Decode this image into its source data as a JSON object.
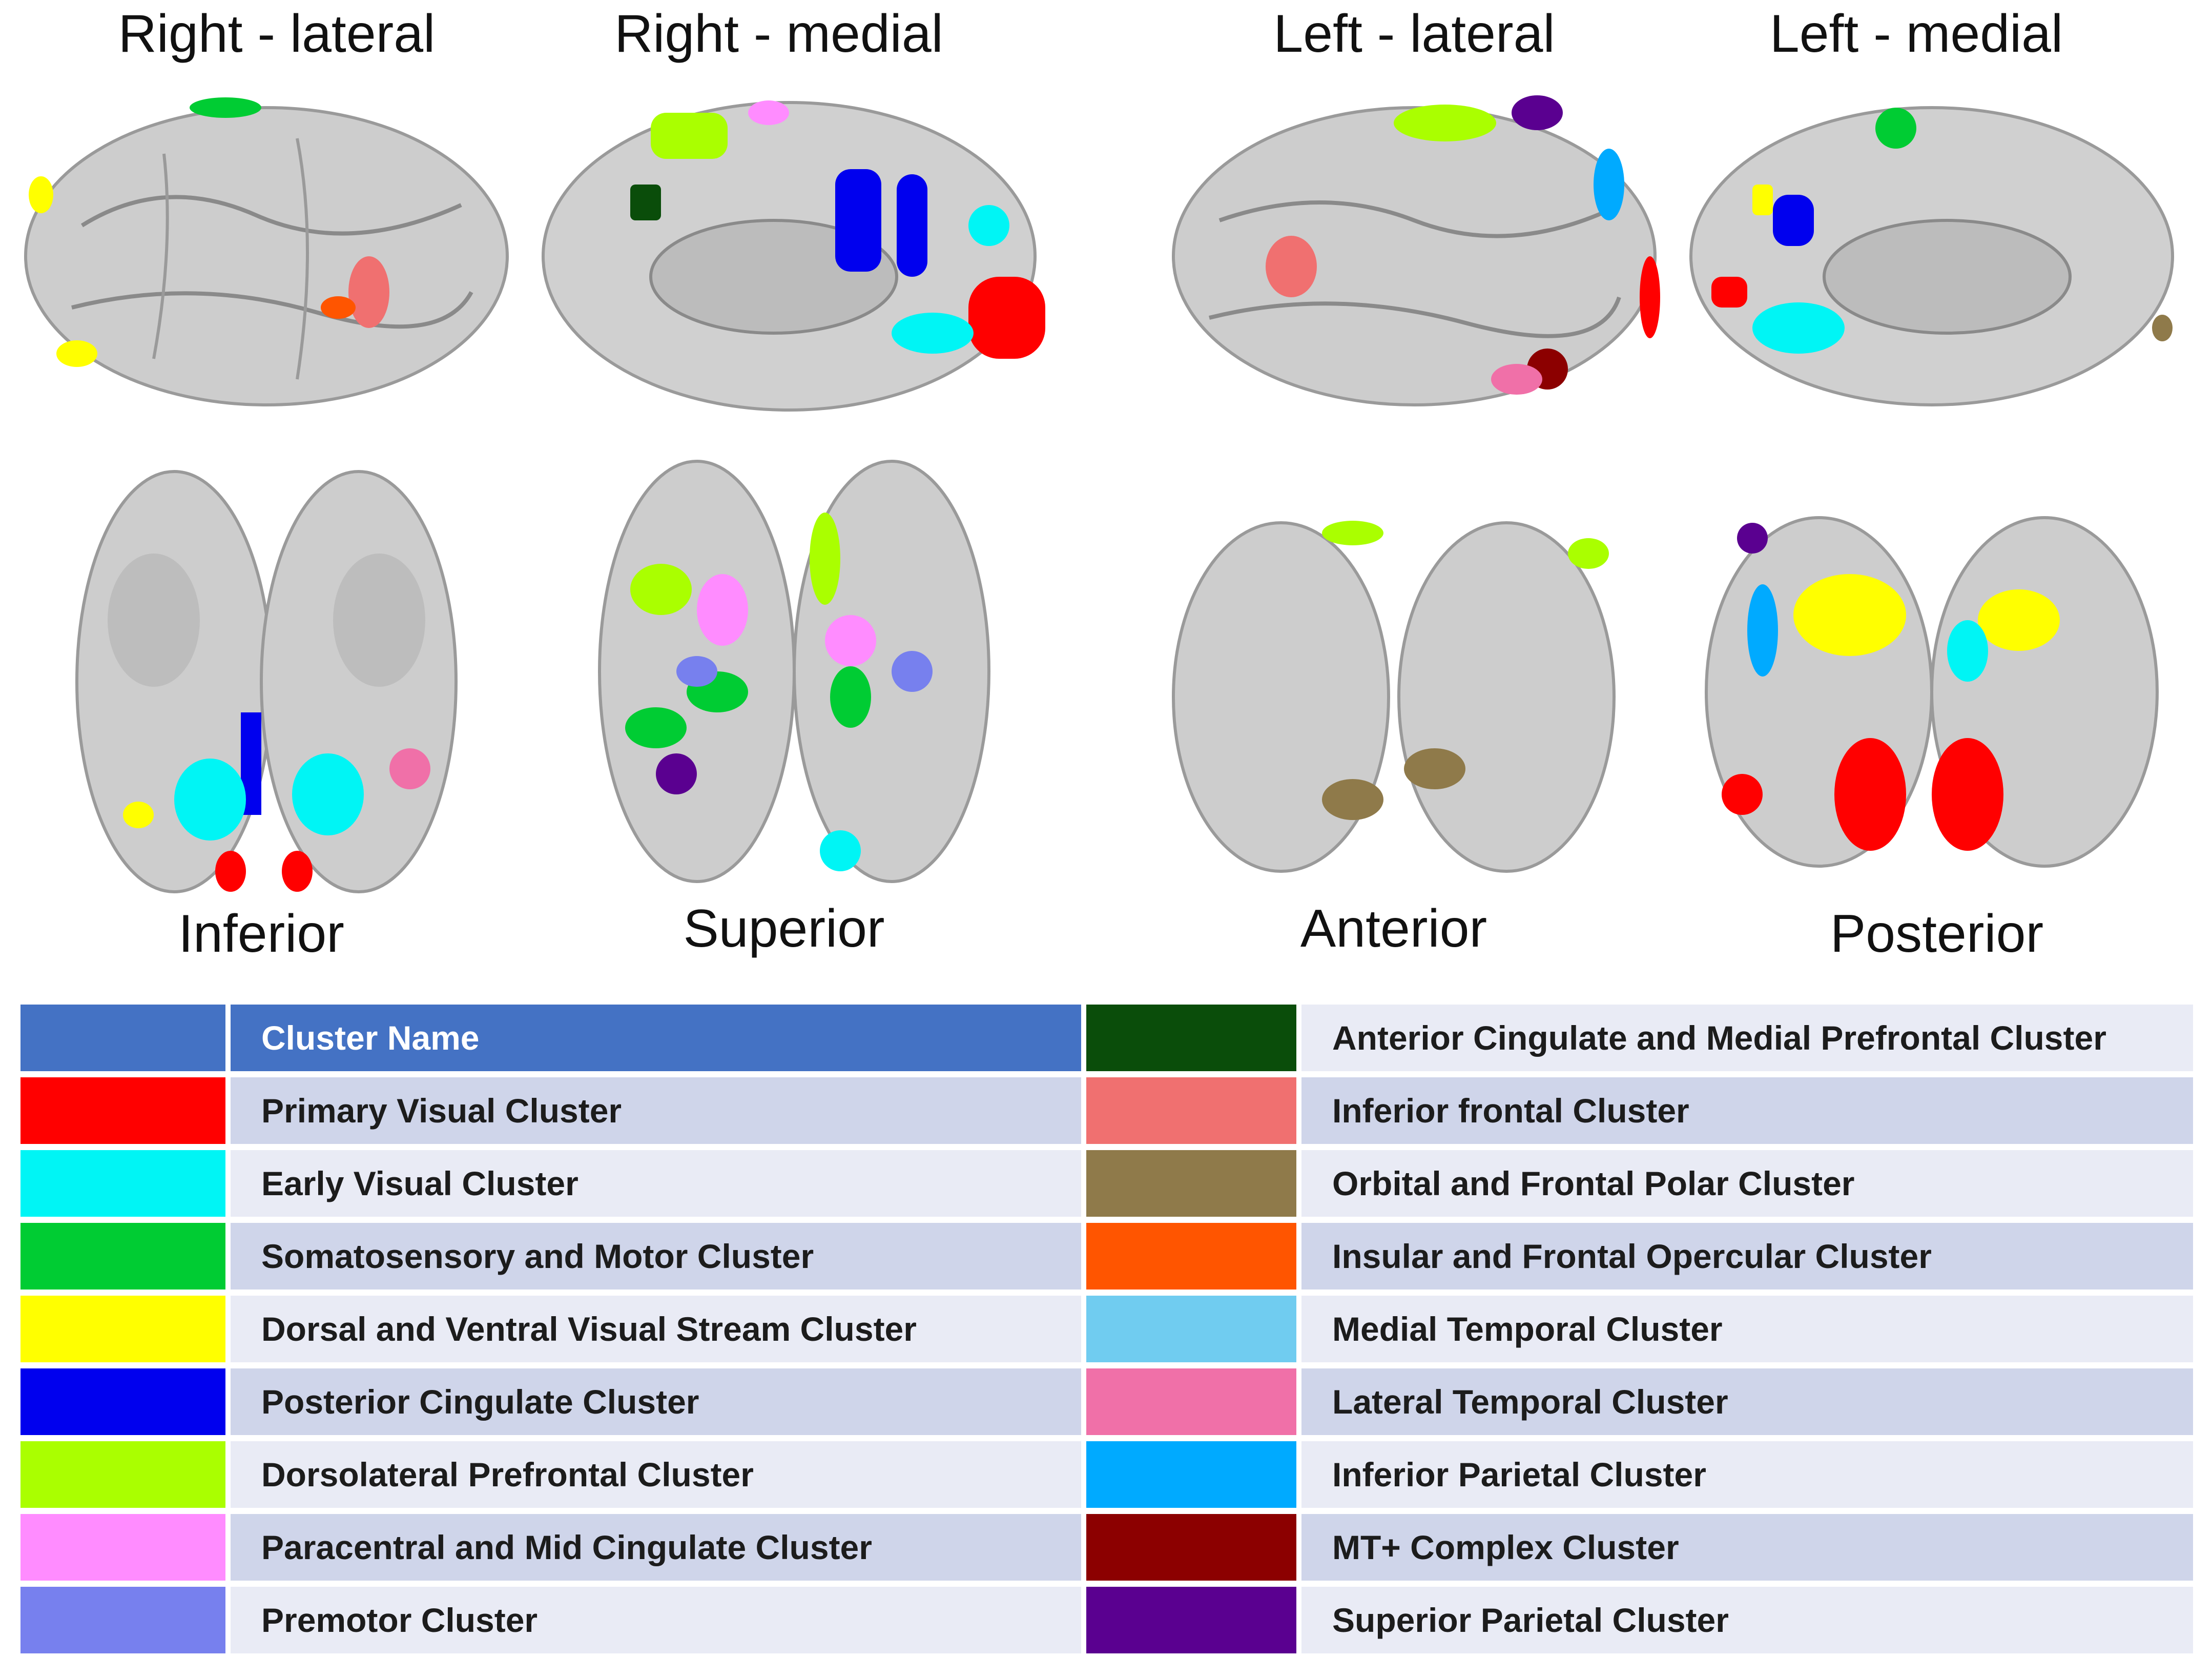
{
  "views": {
    "right_lateral": "Right - lateral",
    "right_medial": "Right - medial",
    "left_lateral": "Left - lateral",
    "left_medial": "Left - medial",
    "inferior": "Inferior",
    "superior": "Superior",
    "anterior": "Anterior",
    "posterior": "Posterior"
  },
  "legend": {
    "header": "Cluster Name",
    "header_color": "#4472c4",
    "row_colors": [
      "#cfd5ea",
      "#e9ebf5"
    ],
    "left": [
      {
        "name": "Primary Visual Cluster",
        "color": "#ff0000"
      },
      {
        "name": "Early Visual Cluster",
        "color": "#00f5f5"
      },
      {
        "name": "Somatosensory and Motor Cluster",
        "color": "#00cc33"
      },
      {
        "name": "Dorsal and Ventral Visual Stream Cluster",
        "color": "#ffff00"
      },
      {
        "name": "Posterior Cingulate Cluster",
        "color": "#0000ee"
      },
      {
        "name": "Dorsolateral Prefrontal Cluster",
        "color": "#aaff00"
      },
      {
        "name": "Paracentral and Mid Cingulate Cluster",
        "color": "#ff8cff"
      },
      {
        "name": "Premotor Cluster",
        "color": "#7780ee"
      }
    ],
    "right": [
      {
        "name": "Anterior Cingulate and Medial Prefrontal Cluster",
        "color": "#0a4d0a"
      },
      {
        "name": "Inferior frontal Cluster",
        "color": "#f07070"
      },
      {
        "name": "Orbital and Frontal Polar Cluster",
        "color": "#8f7a4a"
      },
      {
        "name": "Insular and Frontal Opercular Cluster",
        "color": "#ff5500"
      },
      {
        "name": "Medial Temporal Cluster",
        "color": "#70ccf0"
      },
      {
        "name": "Lateral Temporal Cluster",
        "color": "#f070a8"
      },
      {
        "name": "Inferior Parietal Cluster",
        "color": "#00aaff"
      },
      {
        "name": "MT+ Complex Cluster",
        "color": "#8c0000"
      },
      {
        "name": "Superior Parietal Cluster",
        "color": "#5a0090"
      }
    ]
  }
}
